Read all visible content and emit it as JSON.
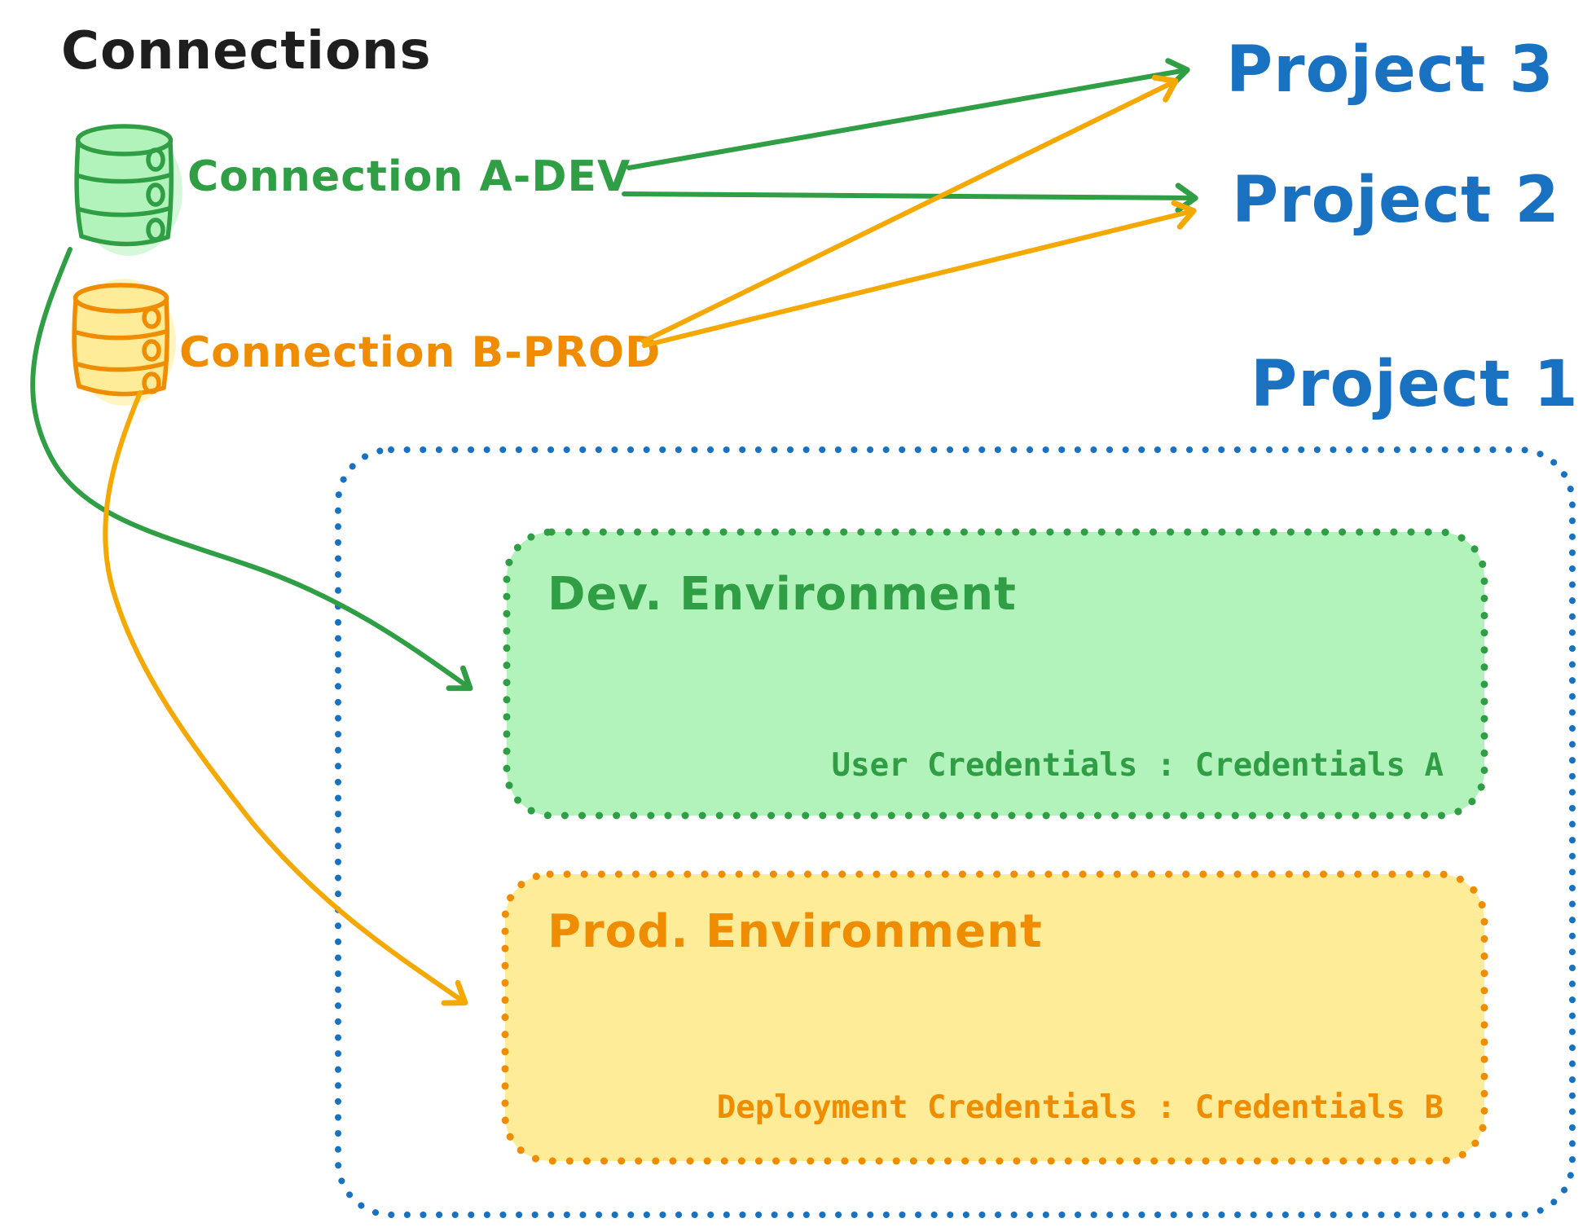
{
  "diagram_title": "Connections",
  "colors": {
    "black_ink": "#1e1e1e",
    "green_stroke": "#2f9e44",
    "green_fill": "#b2f2bb",
    "orange_stroke": "#f08c00",
    "orange_arrow": "#f5a800",
    "orange_fill": "#ffec99",
    "blue_stroke": "#1971c2",
    "background": "#ffffff"
  },
  "connections": {
    "title": "Connections",
    "items": [
      {
        "id": "connection-a-dev",
        "label": "Connection A-DEV",
        "color": "#2f9e44",
        "icon": "database-cylinder"
      },
      {
        "id": "connection-b-prod",
        "label": "Connection B-PROD",
        "color": "#f08c00",
        "icon": "database-cylinder"
      }
    ]
  },
  "projects": [
    {
      "id": "project-3",
      "label": "Project 3"
    },
    {
      "id": "project-2",
      "label": "Project 2"
    },
    {
      "id": "project-1",
      "label": "Project 1"
    }
  ],
  "project1_detail": {
    "dev_environment": {
      "title": "Dev. Environment",
      "credentials_line": "User Credentials : Credentials A"
    },
    "prod_environment": {
      "title": "Prod. Environment",
      "credentials_line": "Deployment Credentials : Credentials B"
    }
  },
  "arrows": [
    {
      "from": "connection-a-dev",
      "to": "project-3",
      "color": "#2f9e44",
      "style": "straight"
    },
    {
      "from": "connection-a-dev",
      "to": "project-2",
      "color": "#2f9e44",
      "style": "straight"
    },
    {
      "from": "connection-b-prod",
      "to": "project-3",
      "color": "#f5a800",
      "style": "straight"
    },
    {
      "from": "connection-b-prod",
      "to": "project-2",
      "color": "#f5a800",
      "style": "straight"
    },
    {
      "from": "connection-a-dev",
      "to": "dev-environment-box",
      "color": "#2f9e44",
      "style": "curved"
    },
    {
      "from": "connection-b-prod",
      "to": "prod-environment-box",
      "color": "#f5a800",
      "style": "curved"
    }
  ]
}
